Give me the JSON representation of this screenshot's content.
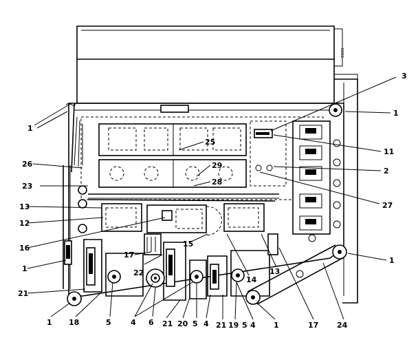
{
  "figure": {
    "side_label": "ssss",
    "callouts": [
      {
        "id": "c-3",
        "text": "3"
      },
      {
        "id": "c-1-topright",
        "text": "1"
      },
      {
        "id": "c-11",
        "text": "11"
      },
      {
        "id": "c-2",
        "text": "2"
      },
      {
        "id": "c-27",
        "text": "27"
      },
      {
        "id": "c-1-right",
        "text": "1"
      },
      {
        "id": "c-1-topleft",
        "text": "1"
      },
      {
        "id": "c-25",
        "text": "25"
      },
      {
        "id": "c-29",
        "text": "29"
      },
      {
        "id": "c-28",
        "text": "28"
      },
      {
        "id": "c-26",
        "text": "26"
      },
      {
        "id": "c-23",
        "text": "23"
      },
      {
        "id": "c-13-left",
        "text": "13"
      },
      {
        "id": "c-12",
        "text": "12"
      },
      {
        "id": "c-16",
        "text": "16"
      },
      {
        "id": "c-15",
        "text": "15"
      },
      {
        "id": "c-14",
        "text": "14"
      },
      {
        "id": "c-13-right",
        "text": "13"
      },
      {
        "id": "c-17-left",
        "text": "17"
      },
      {
        "id": "c-22",
        "text": "22"
      },
      {
        "id": "c-1-left",
        "text": "1"
      },
      {
        "id": "c-21-left",
        "text": "21"
      },
      {
        "id": "c-1-bottomleft",
        "text": "1"
      },
      {
        "id": "c-18",
        "text": "18"
      },
      {
        "id": "c-5-a",
        "text": "5"
      },
      {
        "id": "c-4-a",
        "text": "4"
      },
      {
        "id": "c-6",
        "text": "6"
      },
      {
        "id": "c-21-b",
        "text": "21"
      },
      {
        "id": "c-20",
        "text": "20"
      },
      {
        "id": "c-5-b",
        "text": "5"
      },
      {
        "id": "c-4-b",
        "text": "4"
      },
      {
        "id": "c-21-c",
        "text": "21"
      },
      {
        "id": "c-19",
        "text": "19"
      },
      {
        "id": "c-5-c",
        "text": "5"
      },
      {
        "id": "c-4-c",
        "text": "4"
      },
      {
        "id": "c-1-bottommid",
        "text": "1"
      },
      {
        "id": "c-17-right",
        "text": "17"
      },
      {
        "id": "c-24",
        "text": "24"
      }
    ]
  }
}
